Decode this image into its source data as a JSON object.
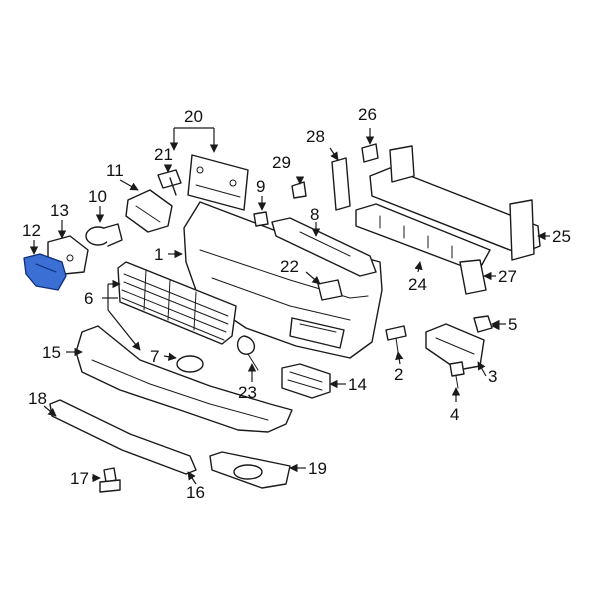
{
  "callouts": {
    "c1": "1",
    "c2": "2",
    "c3": "3",
    "c4": "4",
    "c5": "5",
    "c6": "6",
    "c7": "7",
    "c8": "8",
    "c9": "9",
    "c10": "10",
    "c11": "11",
    "c12": "12",
    "c13": "13",
    "c14": "14",
    "c15": "15",
    "c16": "16",
    "c17": "17",
    "c18": "18",
    "c19": "19",
    "c20": "20",
    "c21": "21",
    "c22": "22",
    "c23": "23",
    "c24": "24",
    "c25": "25",
    "c26": "26",
    "c27": "27",
    "c28": "28",
    "c29": "29"
  },
  "highlighted_part": "12",
  "colors": {
    "highlight": "#3b6fd4",
    "line": "#1a1a1a",
    "background": "#ffffff"
  }
}
